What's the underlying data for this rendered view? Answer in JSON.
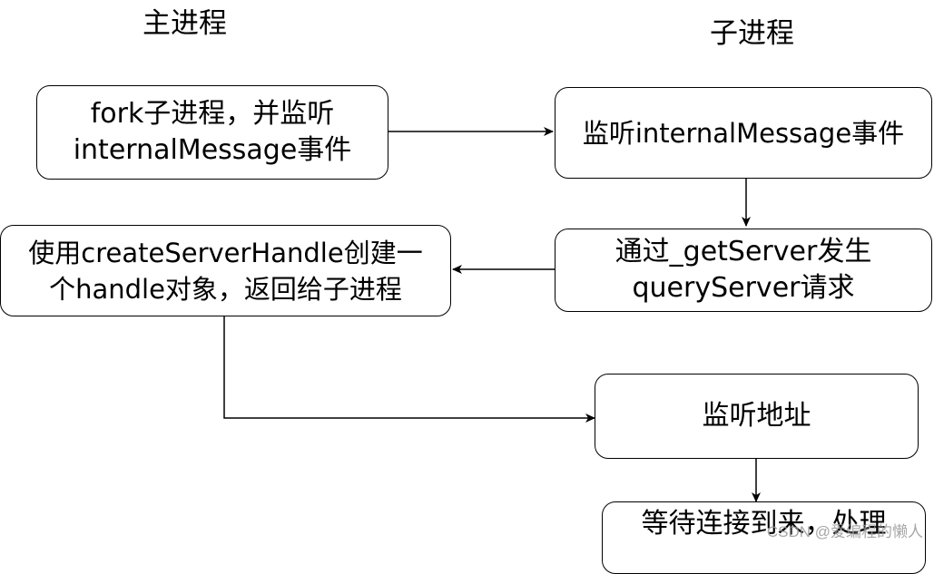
{
  "headings": {
    "main_process": "主进程",
    "child_process": "子进程"
  },
  "nodes": {
    "fork_child": {
      "line1": "fork子进程，并监听",
      "line2": "internalMessage事件"
    },
    "listen_internal_message": {
      "line1": "监听internalMessage事件"
    },
    "get_server_request": {
      "line1": "通过_getServer发生",
      "line2": "queryServer请求"
    },
    "create_server_handle": {
      "line1": "使用createServerHandle创建一",
      "line2": "个handle对象，返回给子进程"
    },
    "listen_address": {
      "line1": "监听地址"
    },
    "wait_connection": {
      "line1": "等待连接到来，处理"
    }
  },
  "watermark": "CSDN @爱编程的懒人"
}
